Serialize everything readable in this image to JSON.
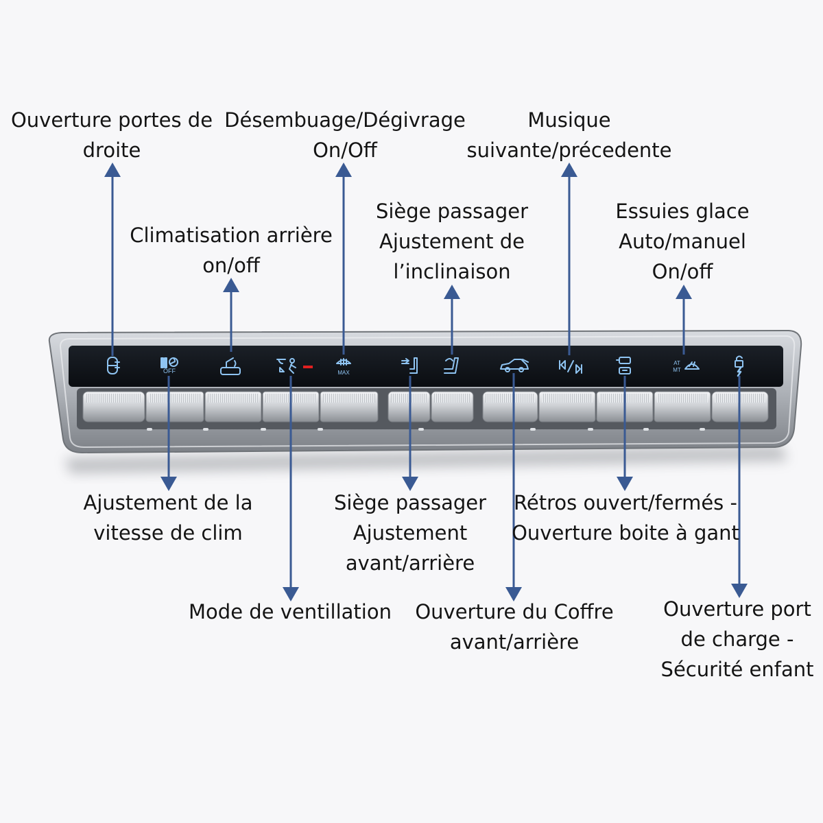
{
  "colors": {
    "arrow": "#3a5a93",
    "icon": "#8fc4f2",
    "accent": "#e02020",
    "panel_glass": "#0d1014"
  },
  "labels": {
    "right_doors": [
      "Ouverture portes de",
      "droite"
    ],
    "defog": [
      "Désembuage/Dégivrage",
      "On/Off"
    ],
    "music": [
      "Musique",
      "suivante/précedente"
    ],
    "rear_ac": [
      "Climatisation arrière",
      "on/off"
    ],
    "seat_recline": [
      "Siège passager",
      "Ajustement de",
      "l’inclinaison"
    ],
    "wipers": [
      "Essuies glace",
      "Auto/manuel",
      "On/off"
    ],
    "fan_speed": [
      "Ajustement de la",
      "vitesse de clim"
    ],
    "seat_fore_aft": [
      "Siège passager",
      "Ajustement",
      "avant/arrière"
    ],
    "mirrors": [
      "Rétros ouvert/fermés -",
      "Ouverture boite à gant"
    ],
    "vent_mode": [
      "Mode de ventillation"
    ],
    "trunk": [
      "Ouverture du Coffre",
      "avant/arrière"
    ],
    "charge_port": [
      "Ouverture port",
      "de charge -",
      "Sécurité enfant"
    ]
  },
  "icons": [
    "car-door-icon",
    "fan-off-icon",
    "rear-seat-climate-icon",
    "ventilation-mode-icon",
    "defrost-max-icon",
    "seat-fore-aft-icon",
    "seat-recline-icon",
    "car-trunk-icon",
    "track-skip-icon",
    "mirror-glovebox-icon",
    "wiper-auto-icon",
    "unlock-charge-icon"
  ],
  "icon_text": {
    "fan_off": "OFF",
    "defrost_max": "MAX",
    "wiper_at": "AT",
    "wiper_mt": "MT"
  }
}
